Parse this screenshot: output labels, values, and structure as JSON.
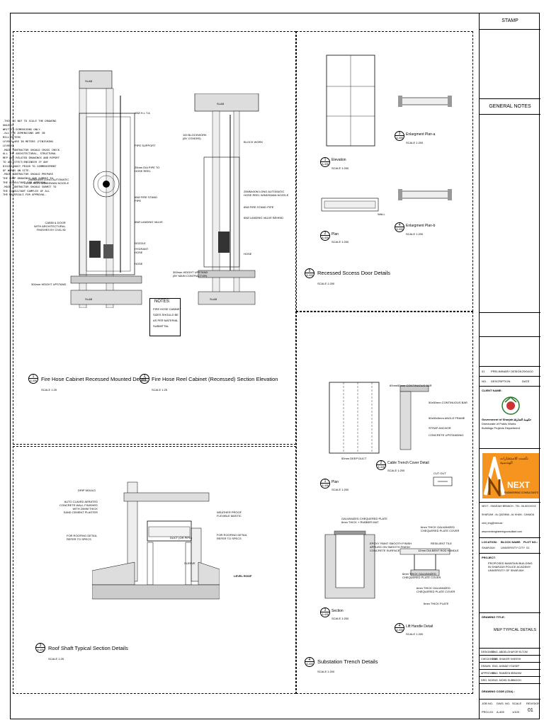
{
  "details": {
    "fire_hose_cabinet": {
      "num": "1",
      "ref": "A-405",
      "title": "Fire Hose Cabinet Recessed Mounted Detail",
      "scale": "SCALE 1:25"
    },
    "fire_hose_reel": {
      "num": "2",
      "ref": "A-405",
      "title": "Fire Hose Reel Cabinet (Recessed) Section Elevation",
      "scale": "SCALE 1:25"
    },
    "roof_shaft": {
      "num": "3",
      "ref": "A-405",
      "title": "Roof Shaft Typical Section Details",
      "scale": "SCALE 1:25"
    },
    "recessed_access_door": {
      "num": "5",
      "ref": "A-405",
      "title": "Recessed Sccess Door Details",
      "scale": "SCALE 1:200"
    },
    "substation_trench": {
      "num": "4",
      "ref": "A-405",
      "title": "Substation Trench Details",
      "scale": "SCALE 1:200"
    }
  },
  "labels_cabinet": {
    "slab_top": "SLAB",
    "slab_bottom": "SLAB",
    "f1": "65Ø H.L.T.A",
    "f2": "PIPE SUPPORT",
    "f3": "25mm DIA PIPE TO\nHOSE REEL",
    "f4": "25MMx30M LONG AUTOMATIC\nHOSE REEL WINDSWAN NOZZLE",
    "f5": "65Ø FIRE STAND\nPIPE",
    "f6": "CABIN & DOOR\nWITH ARCHITECTURAL\nFINISHES BY CIVIL/ID",
    "f7": "65Ø LANDING VALVE",
    "f8": "NOZZLE",
    "f9": "HYDRANT\nHOSE",
    "f10": "HOSE",
    "f11": "300mm HEIGHT UPSTAND"
  },
  "labels_reel": {
    "slab_top": "SLAB",
    "slab_bottom": "SLAB",
    "r1": "100 BLOCKWORK\n(BY OTHERS)",
    "r2": "BLOCK WORK",
    "r3": "25MMx30M LONG AUTOMATIC\nHOSE REEL WINDSWAN NOZZLE",
    "r4": "65Ø FIRE STAND PIPE",
    "r5": "65Ø LANDING VALVE BEHIND",
    "r6": "HOSE",
    "r7": "300mm HEIGHT UPSTAND\n(BY MAIN CONTRACTOR)",
    "notes_title": "NOTES:",
    "notes_body": "FIRE HOSE CABINET\nSIZES SHOULD BE\nAS PER MATERIAL\nSUBMITTAL"
  },
  "labels_roof": {
    "a1": "DRIP MOULD",
    "a2": "AUTO CLAVED AERATED\nCONCRETE WALL FINISHED\nWITH 20MM THICK\nSAND CEMENT PLASTER",
    "a3": "FOR ROOFING DETAIL\nREFER TO SPECS",
    "a4": "WEATHER PROOF\nFLEXIBLE MASTIC",
    "a5": "FOR ROOFING DETAIL\nREFER TO SPECS",
    "a6": "DUCT (OR PIPE)",
    "a7": "SLEEVE",
    "a8": "LEVEL ROOF"
  },
  "labels_door": {
    "elevation": "Elevation",
    "elevation_scale": "SCALE 1:200",
    "plan": "Plan",
    "plan_scale": "SCALE 1:200",
    "enl_a": "Enlargment Plan-a",
    "enl_a_scale": "SCALE 1:200",
    "enl_b": "Enlargment Plan-b",
    "enl_b_scale": "SCALE 1:200",
    "wall": "WALL"
  },
  "labels_trench": {
    "plan": "Plan",
    "plan_scale": "SCALE 1:200",
    "cover": "Cable Trench Cover Detail",
    "cover_scale": "SCALE 1:200",
    "section": "Section",
    "section_scale": "SCALE 1:200",
    "lift": "Lift Handle Detail",
    "lift_scale": "SCALE 1:200",
    "t1": "60mm50mm CONTINUOUS BAR",
    "t2": "50x50mm CONTINUOUS BAR",
    "t3": "50x50x5mm ANGLE FRAME",
    "t4": "STRAP ANCHOR",
    "t5": "CONCRETE UPSTANDING",
    "t6": "GALVANIZED CHEQUERED PLATE\n6mm THICK + RUBBER MAT",
    "t7": "EPOXY PAINT SMOOTH FINISH\nAPPLIED ON SMOOTH FINISH\nCONCRETE SURFACE",
    "t8": "6mm THICK GALVANIZED\nCHEQUERED PLATE COVER",
    "t9": "RESILIENT TILE",
    "t10": "12mm DIA BENT ROD HANDLE",
    "t11": "6mm THICK GALVANIZED\nCHEQUERED PLATE COVER",
    "t12": "6mm THICK GALVANIZED\nCHEQUERED PLATE COVER",
    "t13": "6mm THICK PLATE",
    "cut_out": "CUT OUT",
    "dim": "50mm DEEP DUCT"
  },
  "title_block": {
    "stamp": "STAMP",
    "general_notes": "GENERAL NOTES",
    "notes": [
      "-THIS IS NOT TO SCALE THE DRAWING UNLESS",
      " WRITTEN DIMENSIONS ONLY.",
      "-ALL THE DIMENSIONS ARE IN MILLIMETERS",
      " LEVELS ARE IN METERS (FINISHING LEVELS)",
      "-MAIN CONTRACTOR SHOULD CROSS CHECK",
      " ALL THE ARCHITECTURAL, STRUCTURAL",
      " MEP AND RELATED DRAWINGS AND REPORT",
      " TO ARCHITECT/ENGINEER IF ANY",
      " DISCREPANCY PRIOR TO COMMENCEMENT",
      " OF WORKS ON SITE.",
      "-MAIN CONTRACTOR SHOULD PREPARE",
      " THE SHOP DRAWINGS AND SUBMIT TO",
      " THE CONSULTANT FOR APPROVAL.",
      "-MAIN CONTRACTOR SHOULD SUBMIT TO",
      " THE CONSULTANT SAMPLES OF ALL",
      " THE MATERIALS FOR APPROVAL."
    ],
    "rev_row": {
      "no": "01",
      "desc": "PRELIMINARY DESIGN",
      "date": "29/04/10"
    },
    "rev_head": {
      "no": "NO.",
      "desc": "DESCRIPTION",
      "date": "DATE"
    },
    "client_name_label": "CLIENT NAME:",
    "client_line1": "Government of Sharjah",
    "client_line2": "Directorate of Public Works",
    "client_line3": "Buildings Projects Department",
    "client_arabic": "حكومة الشارقة",
    "firm_arabic": "نكست للاستشارات الهندسية",
    "firm_name": "NEXT",
    "firm_sub": "ENGINEERING CONSULTANTS",
    "firm_addr1": "NEXT - SHARJAH BRANCH - TEL: 06-5XXXXXX",
    "firm_addr2": "SHARJAH - AL QASIMIA - AL KHAN - CANADA",
    "firm_email": "next_eng@next.ae",
    "firm_web": "www.nextengineeringconsultant.com",
    "location_label": "LOCATION:",
    "location_val": "SHARJAH",
    "block_label": "BLOCK NAME:",
    "block_val": "UNIVERSITY CITY",
    "plot_label": "PLOT NO.:",
    "plot_val": "01",
    "project_label": "PROJECT:",
    "project_val": "PROPOSED MAINTAIN BUILDING\nIN SHARJAH POLICE ACADEMY\nUNIVERSITY OF SHARJAH",
    "drawing_title_label": "DRAWING TITLE:",
    "drawing_title_val": "MEP TYPICAL DETAILS",
    "people": [
      {
        "role": "DESIGNED",
        "name": "ENG. ABDELGHAFOR ELTOM"
      },
      {
        "role": "CHECKED BY",
        "name": "ENG. SHAKER SHEESH"
      },
      {
        "role": "DRAWN",
        "name": "ENG. AHMAD YOUSEF"
      },
      {
        "role": "APPROVED",
        "name": "ENG. RAMEEN IBRAHIM"
      },
      {
        "role": "DRG. NO.",
        "name": "ENG. MOHD SUBBIGGH"
      }
    ],
    "drawing_code_label": "DRAWING CODE (CDA) :",
    "job_label": "JOB NO.",
    "job_val": "PROJ-01",
    "dwg_label": "DWG. NO.",
    "dwg_val": "A-405",
    "scale_label": "SCALE",
    "scale_val": "1/100",
    "rev_label": "REVISION",
    "rev_val": "01"
  }
}
